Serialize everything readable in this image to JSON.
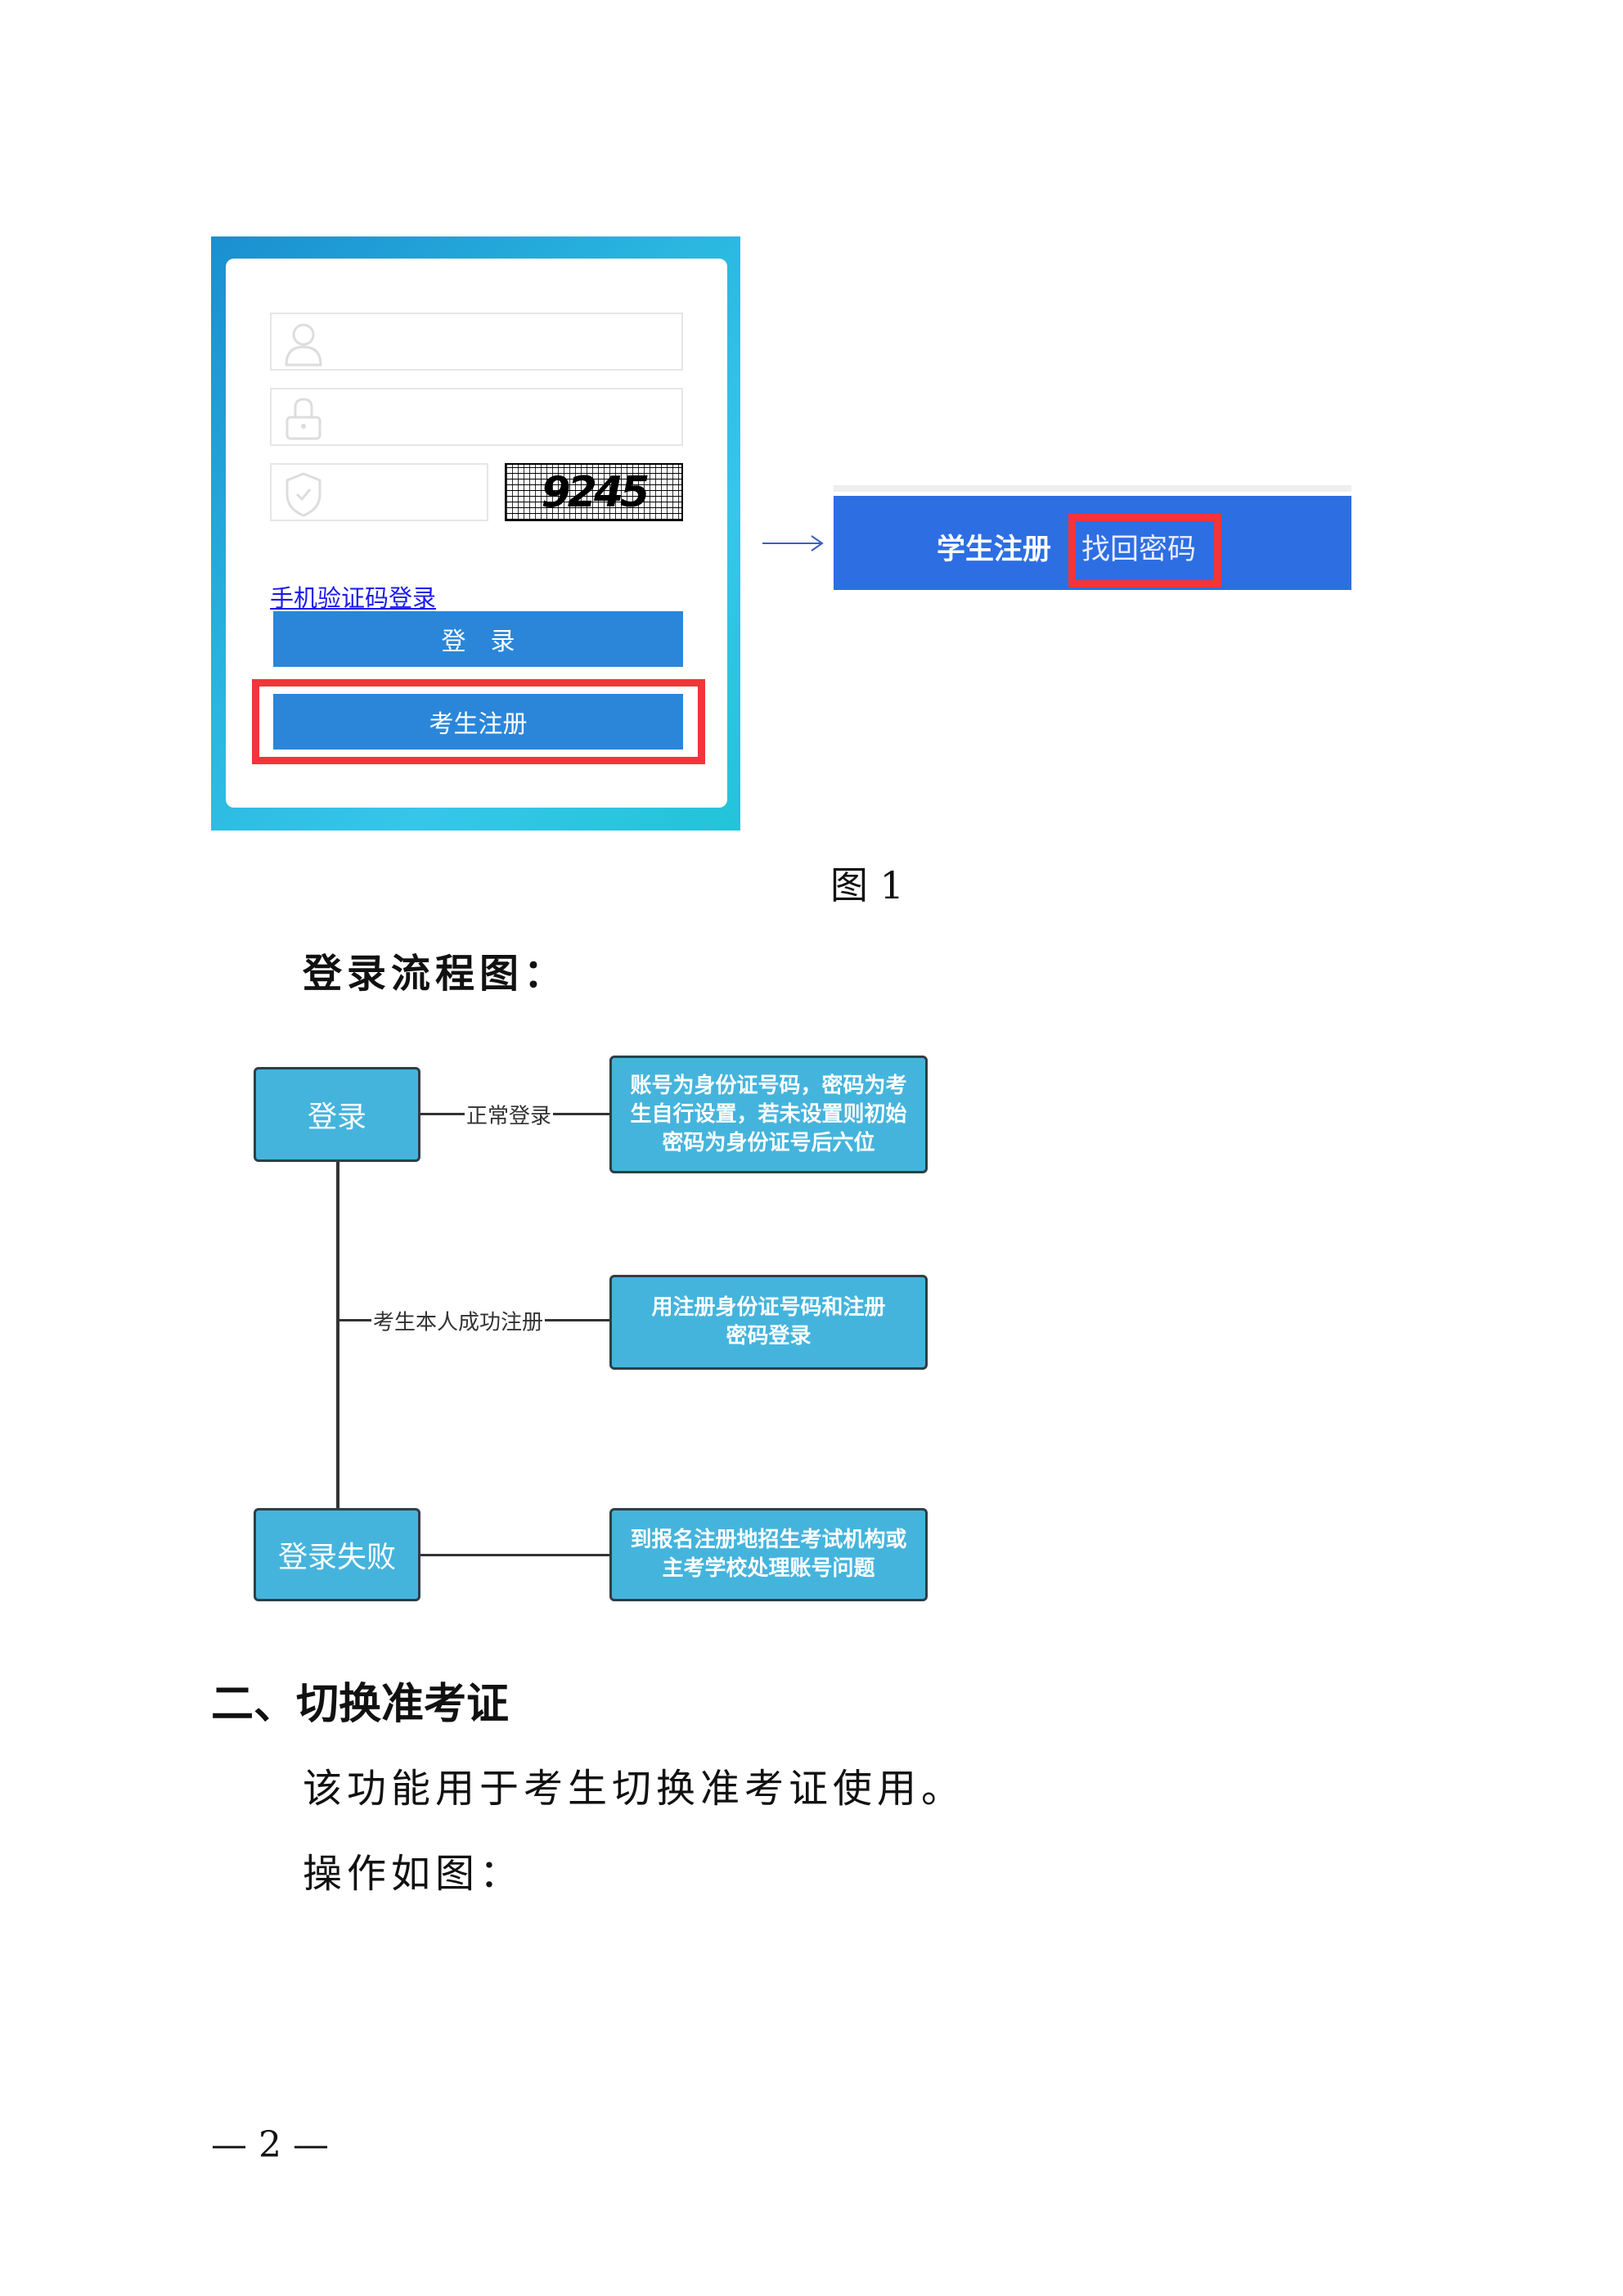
{
  "login_panel": {
    "captcha_text": "9245",
    "sms_login_link": "手机验证码登录",
    "login_button": "登　录",
    "register_button": "考生注册"
  },
  "top_bar": {
    "student_register": "学生注册",
    "recover_password": "找回密码"
  },
  "figure_caption": "图 1",
  "flow_heading": "登录流程图：",
  "flowchart": {
    "login_node": "登录",
    "login_fail_node": "登录失败",
    "edge_normal": "正常登录",
    "edge_registered": "考生本人成功注册",
    "box_normal": "账号为身份证号码，密码为考生自行设置，若未设置则初始密码为身份证号后六位",
    "box_registered": "用注册身份证号码和注册密码登录",
    "box_fail": "到报名注册地招生考试机构或主考学校处理账号问题"
  },
  "section2": {
    "heading": "二、切换准考证",
    "description": "该功能用于考生切换准考证使用。",
    "operation": "操作如图："
  },
  "page_number": "— 2 —",
  "colors": {
    "button_blue": "#2b86d9",
    "bar_blue": "#2d6ee3",
    "highlight_red": "#f2353a",
    "node_fill": "#45b4dc"
  }
}
